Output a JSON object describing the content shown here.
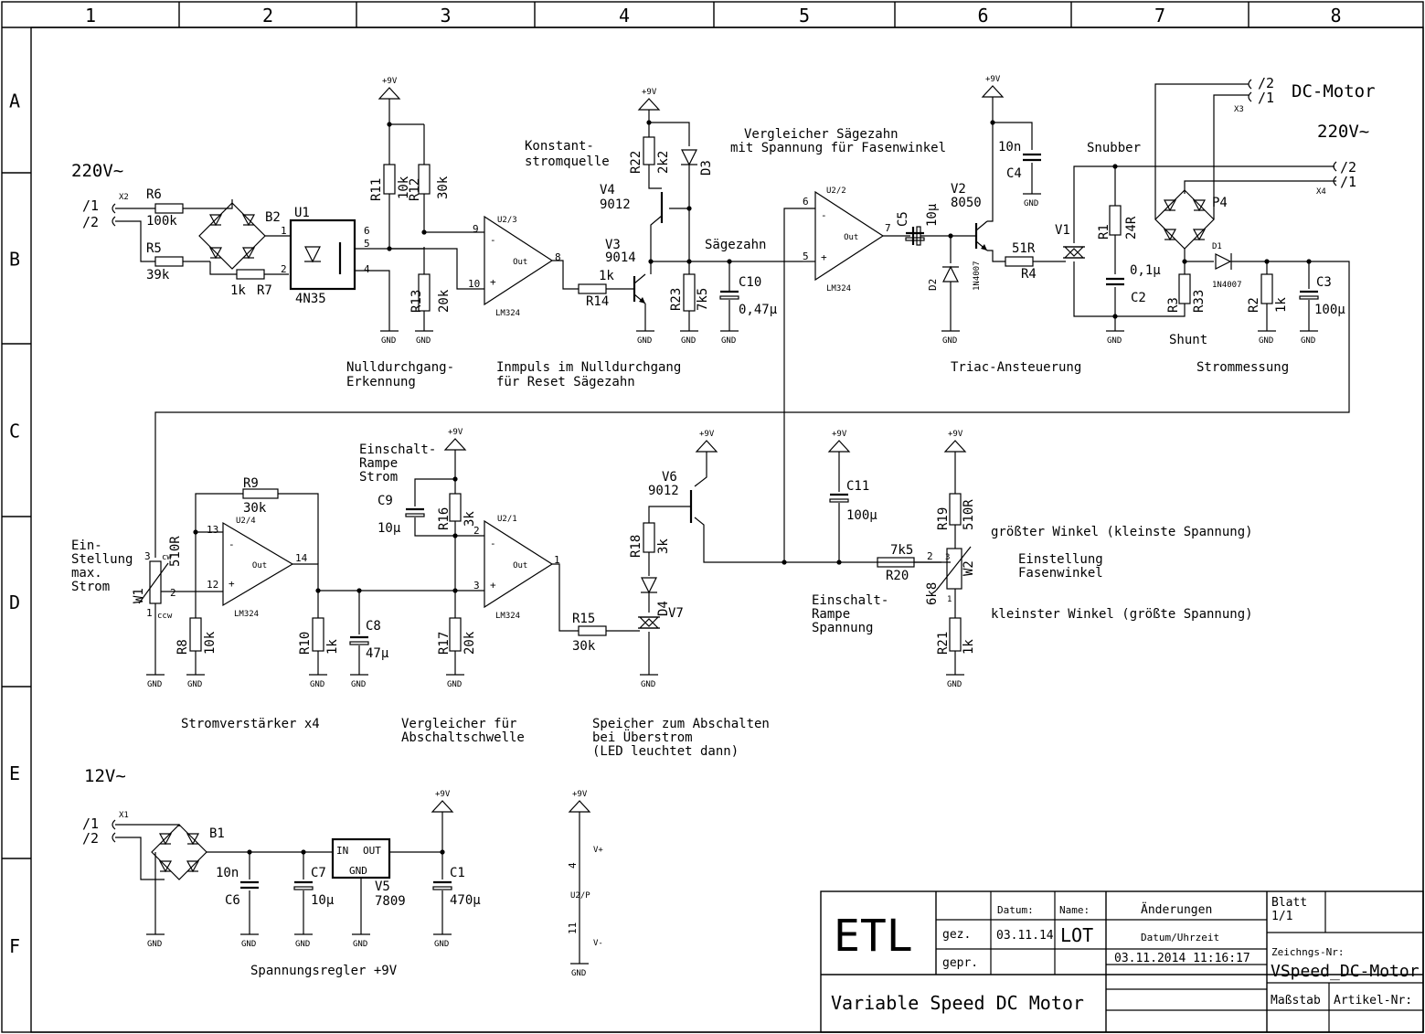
{
  "grid": {
    "columns": [
      "1",
      "2",
      "3",
      "4",
      "5",
      "6",
      "7",
      "8"
    ],
    "rows": [
      "A",
      "B",
      "C",
      "D",
      "E",
      "F"
    ]
  },
  "texts": {
    "mains_in": "220V~",
    "x2": "X2",
    "pin1": "/1",
    "pin2": "/2",
    "r6": "R6",
    "r6v": "100k",
    "r5": "R5",
    "r5v": "39k",
    "b2": "B2",
    "r7": "R7",
    "r7v": "1k",
    "u1": "U1",
    "u1v": "4N35",
    "u1p1": "1",
    "u1p2": "2",
    "u1p4": "4",
    "u1p5": "5",
    "u1p6": "6",
    "r11": "R11",
    "r11v": "10k",
    "r12": "R12",
    "r12v": "30k",
    "r13": "R13",
    "r13v": "20k",
    "u23": "U2/3",
    "u23p9": "9",
    "u23p10": "10",
    "u23p8": "8",
    "out": "Out",
    "lm324": "LM324",
    "nulldurch1": "Nulldurchgang-",
    "nulldurch2": "Erkennung",
    "konst1": "Konstant-",
    "konst2": "stromquelle",
    "v4": "V4",
    "v4v": "9012",
    "r22": "R22",
    "r22v": "2k2",
    "d3": "D3",
    "v3": "V3",
    "v3v": "9014",
    "r14": "R14",
    "r14v": "1k",
    "r23": "R23",
    "r23v": "7k5",
    "c10": "C10",
    "c10v": "0,47μ",
    "saegezahn": "Sägezahn",
    "impuls1": "Inmpuls im Nulldurchgang",
    "impuls2": "für Reset Sägezahn",
    "vergl1": "Vergleicher Sägezahn",
    "vergl2": "mit Spannung für Fasenwinkel",
    "u22": "U2/2",
    "u22p6": "6",
    "u22p5": "5",
    "u22p7": "7",
    "c5": "C5",
    "c5v": "10μ",
    "v2": "V2",
    "v2v": "8050",
    "d2": "D2",
    "d2v": "1N4007",
    "r4": "R4",
    "r4v": "51R",
    "c4": "C4",
    "c4v": "10n",
    "triac": "Triac-Ansteuerung",
    "v1": "V1",
    "snubber": "Snubber",
    "r1": "R1",
    "r1v": "24R",
    "c2": "C2",
    "c2v": "0,1μ",
    "x4": "X4",
    "p4": "P4",
    "d1": "D1",
    "d1v": "1N4007",
    "r3": "R3",
    "r3v": "R33",
    "shunt": "Shunt",
    "r2": "R2",
    "r2v": "1k",
    "c3": "C3",
    "c3v": "100μ",
    "strommess": "Strommessung",
    "x3": "X3",
    "dcmotor": "DC-Motor",
    "mains_out": "220V~",
    "ein1": "Ein-",
    "ein2": "Stellung",
    "ein3": "max.",
    "ein4": "Strom",
    "w1": "W1",
    "w1v": "510R",
    "r9": "R9",
    "r9v": "30k",
    "u24": "U2/4",
    "u24p13": "13",
    "u24p12": "12",
    "u24p14": "14",
    "r8": "R8",
    "r8v": "10k",
    "r10": "R10",
    "r10v": "1k",
    "c8": "C8",
    "c8v": "47μ",
    "stromverst": "Stromverstärker x4",
    "einschalt1": "Einschalt-",
    "einschalt2": "Rampe",
    "einschalt3": "Strom",
    "c9": "C9",
    "c9v": "10μ",
    "r16": "R16",
    "r16v": "3k",
    "r17": "R17",
    "r17v": "20k",
    "u21": "U2/1",
    "u21p2": "2",
    "u21p3": "3",
    "u21p1": "1",
    "verglab1": "Vergleicher für",
    "verglab2": "Abschaltschwelle",
    "v6": "V6",
    "v6v": "9012",
    "r18": "R18",
    "r18v": "3k",
    "d4": "D4",
    "r15": "R15",
    "r15v": "30k",
    "v7": "V7",
    "speicher1": "Speicher zum Abschalten",
    "speicher2": "bei Überstrom",
    "speicher3": "(LED leuchtet dann)",
    "c11": "C11",
    "c11v": "100μ",
    "rampsp1": "Einschalt-",
    "rampsp2": "Rampe",
    "rampsp3": "Spannung",
    "r19": "R19",
    "r19v": "510R",
    "r20": "R20",
    "r20v": "7k5",
    "w2": "W2",
    "w2v": "6k8",
    "r21": "R21",
    "r21v": "1k",
    "groesster": "größter Winkel (kleinste Spannung)",
    "einstfas1": "Einstellung",
    "einstfas2": "Fasenwinkel",
    "kleinster": "kleinster Winkel (größte Spannung)",
    "supply12": "12V~",
    "x1": "X1",
    "b1": "B1",
    "c6": "C6",
    "c6v": "10n",
    "c7": "C7",
    "c7v": "10μ",
    "v5": "V5",
    "v5v": "7809",
    "vin": "IN",
    "vout": "OUT",
    "vgnd": "GND",
    "c1": "C1",
    "c1v": "470μ",
    "spannreg": "Spannungsregler +9V",
    "u2p": "U2/P",
    "u2p4": "4",
    "u2p11": "11",
    "vplus": "V+",
    "vminus": "V-",
    "vcc": "+9V",
    "gnd": "GND",
    "pn1": "1",
    "pn2": "2",
    "pn3": "3",
    "ccw": "ccw",
    "cw": "cw"
  },
  "title_block": {
    "logo": "ETL",
    "datum_label": "Datum:",
    "name_label": "Name:",
    "gez_label": "gez.",
    "gepr_label": "gepr.",
    "gez_date": "03.11.14",
    "gez_name": "LOT",
    "aenderungen": "Änderungen",
    "datum_uhrzeit": "Datum/Uhrzeit",
    "timestamp": "03.11.2014 11:16:17",
    "blatt_label": "Blatt",
    "blatt_value": "1/1",
    "zeichnr_label": "Zeichngs-Nr:",
    "zeichnr_value": "VSpeed_DC-Motor",
    "massstab_label": "Maßstab",
    "artikel_label": "Artikel-Nr:",
    "title": "Variable Speed DC Motor"
  }
}
